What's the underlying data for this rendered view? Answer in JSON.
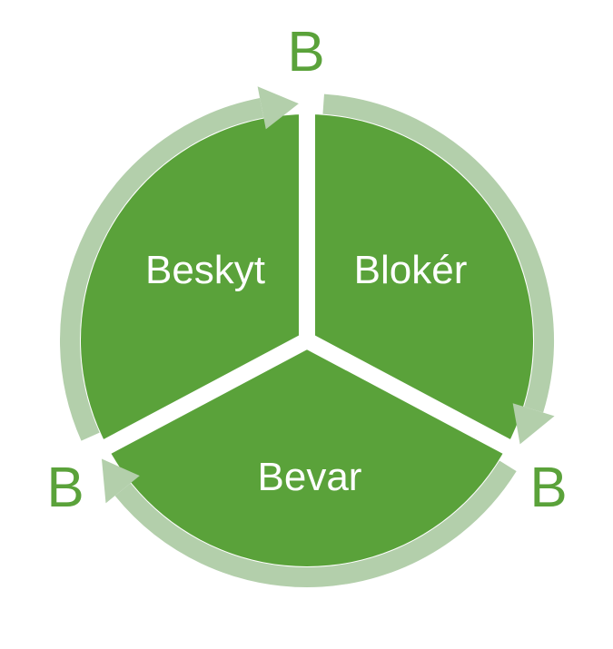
{
  "diagram": {
    "segments": [
      {
        "label": "Beskyt"
      },
      {
        "label": "Blokér"
      },
      {
        "label": "Bevar"
      }
    ],
    "outer_labels": [
      "B",
      "B",
      "B"
    ],
    "colors": {
      "fill": "#5aa23a",
      "ring": "#b3cfab",
      "divider": "#ffffff",
      "label": "#5aa23a"
    }
  }
}
